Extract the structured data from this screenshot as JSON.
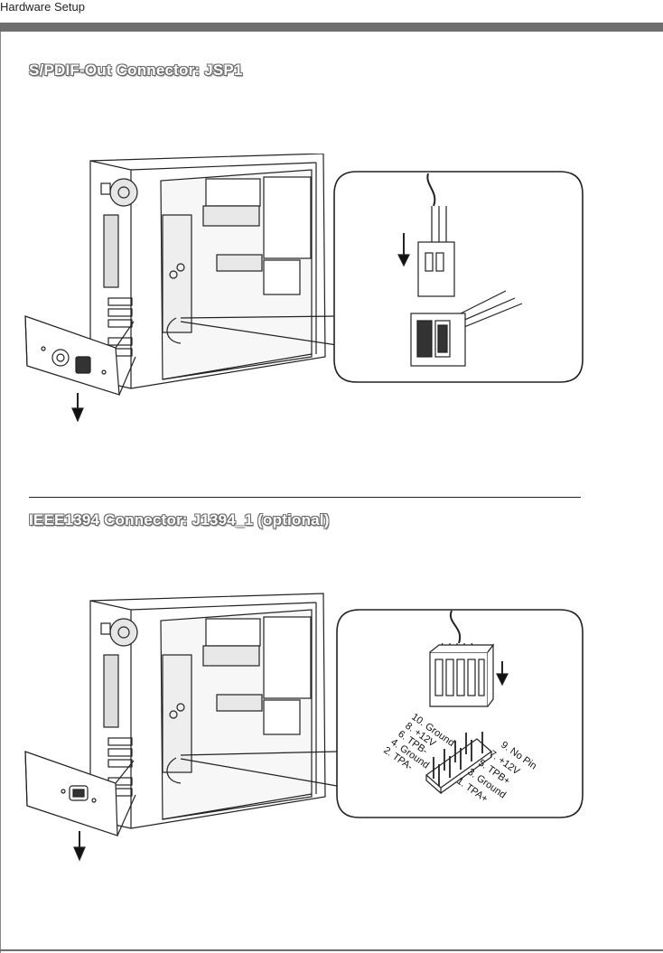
{
  "header": {
    "section": "Hardware Setup"
  },
  "sections": [
    {
      "title": "S/PDIF-Out Connector: JSP1"
    },
    {
      "title": "IEEE1394 Connector: J1394_1 (optional)"
    }
  ],
  "pinout_left": [
    "10. Ground",
    "8. +12V",
    "6. TPB-",
    "4. Ground",
    "2. TPA-"
  ],
  "pinout_right": [
    "9. No Pin",
    "7. +12V",
    "5. TPB+",
    "3. Ground",
    "1. TPA+"
  ],
  "colors": {
    "bar": "#6e6e6e",
    "title_outline": "#6a6a6a"
  }
}
